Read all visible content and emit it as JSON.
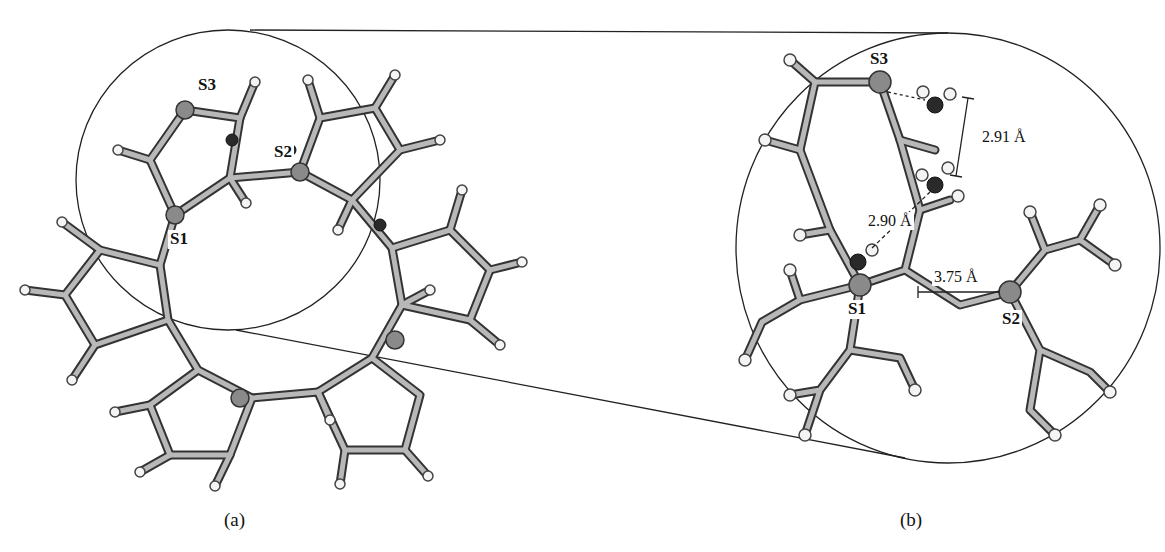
{
  "diagram": {
    "labels": [
      "S3",
      "S2",
      "S1",
      "S3",
      "2.91 Å",
      "2.90 Å",
      "3.75 Å",
      "S1",
      "S2",
      "(a)",
      "(b)"
    ]
  }
}
